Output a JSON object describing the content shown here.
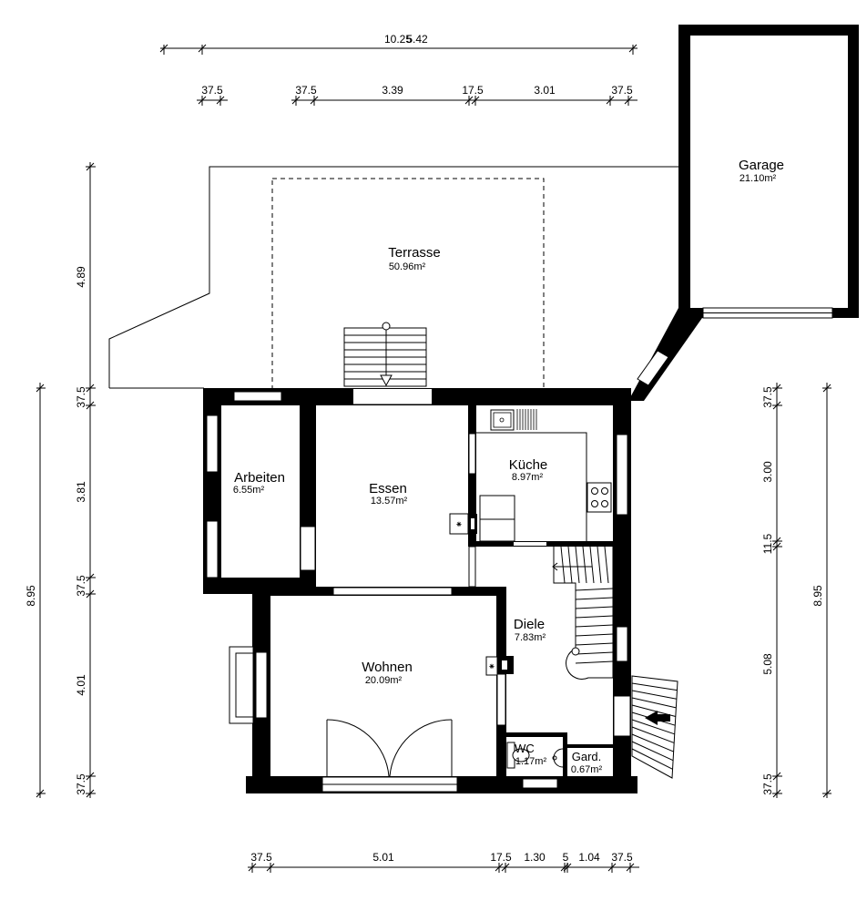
{
  "rooms": {
    "garage": {
      "name": "Garage",
      "area": "21.10m²"
    },
    "terrasse": {
      "name": "Terrasse",
      "area": "50.96m²"
    },
    "arbeiten": {
      "name": "Arbeiten",
      "area": "6.55m²"
    },
    "essen": {
      "name": "Essen",
      "area": "13.57m²"
    },
    "kueche": {
      "name": "Küche",
      "area": "8.97m²"
    },
    "diele": {
      "name": "Diele",
      "area": "7.83m²"
    },
    "wohnen": {
      "name": "Wohnen",
      "area": "20.09m²"
    },
    "wc": {
      "name": "WC",
      "area": "1.17m²"
    },
    "gard": {
      "name": "Gard.",
      "area": "0.67m²"
    }
  },
  "dimensions": {
    "top_overall": [
      "10.25",
      "5.42"
    ],
    "top_segments": [
      "37.5",
      "37.5",
      "3.39",
      "17.5",
      "3.01",
      "37.5"
    ],
    "bottom_segments": [
      "37.5",
      "5.01",
      "17.5",
      "1.30",
      "5",
      "1.04",
      "37.5"
    ],
    "left_segments": [
      "4.89",
      "37.5",
      "3.81",
      "37.5",
      "4.01",
      "37.5"
    ],
    "left_overall": "8.95",
    "right_segments": [
      "37.5",
      "3.00",
      "11.5",
      "5.08",
      "37.5"
    ],
    "right_overall": "8.95"
  },
  "symbols": {
    "chimney": "chimney-icon",
    "entrance": "entrance-arrow-icon",
    "stairs": "stair-icon"
  }
}
